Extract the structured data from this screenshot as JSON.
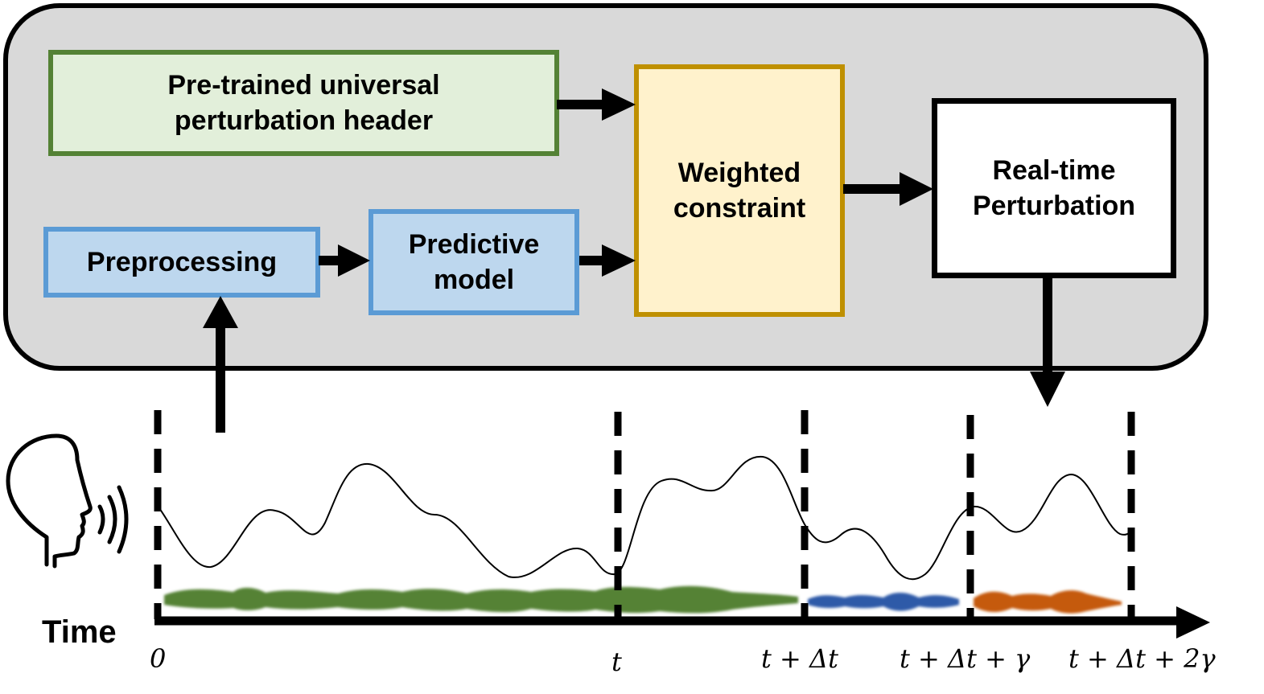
{
  "diagram": {
    "boxes": {
      "pretrained": {
        "line1": "Pre-trained universal",
        "line2": "perturbation header"
      },
      "preprocessing": {
        "label": "Preprocessing"
      },
      "predictive": {
        "line1": "Predictive",
        "line2": "model"
      },
      "weighted": {
        "line1": "Weighted",
        "line2": "constraint"
      },
      "realtime": {
        "line1": "Real-time",
        "line2": "Perturbation"
      }
    },
    "timeline": {
      "axis_label": "Time",
      "ticks": [
        "0",
        "t",
        "t + Δt",
        "t + Δt + γ",
        "t + Δt + 2γ"
      ]
    },
    "colors": {
      "green_wave": "#548235",
      "blue_wave": "#2e5aa8",
      "orange_wave": "#c55a11"
    },
    "icons": {
      "speaker": "speaking-head-icon"
    }
  }
}
